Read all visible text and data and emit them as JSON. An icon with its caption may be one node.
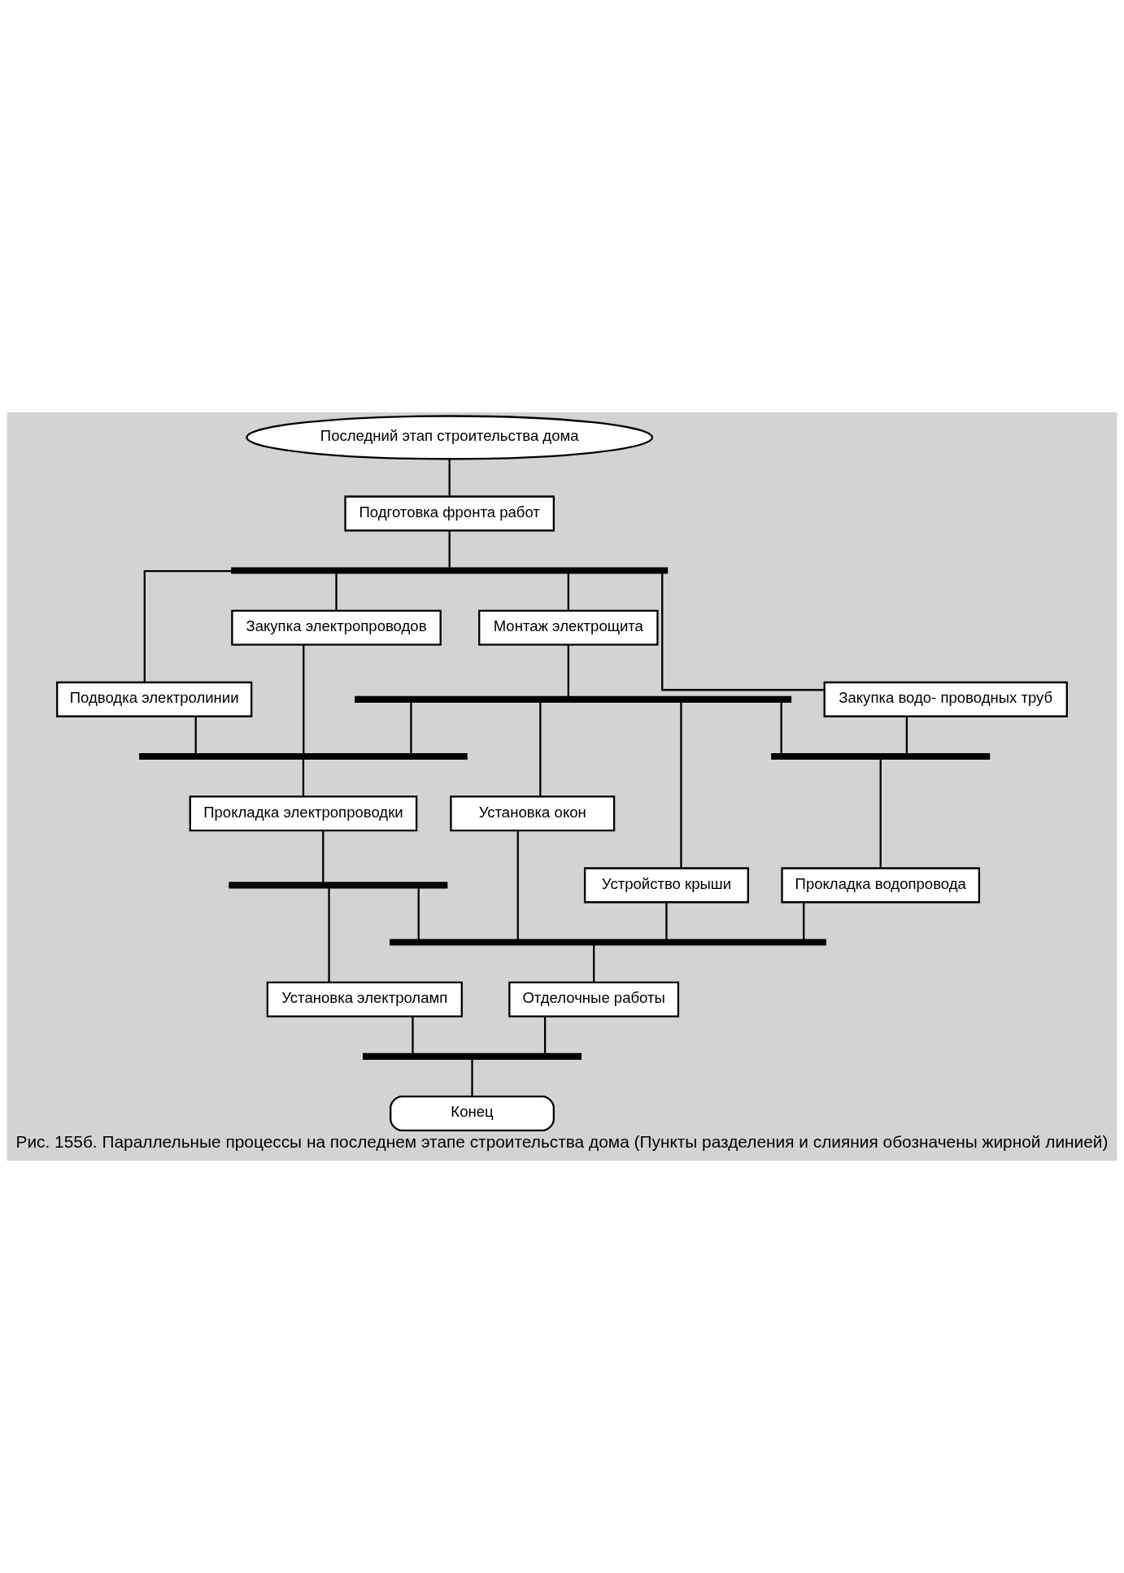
{
  "diagram": {
    "caption": "Рис. 155б. Параллельные процессы на последнем этапе строительства дома (Пункты разделения и слияния обозначены жирной линией)",
    "nodes": [
      {
        "text": [
          "Последний этап строительства дома"
        ]
      },
      {
        "text": [
          "Подготовка фронта работ"
        ]
      },
      {
        "text": [],
        "shape": "bar"
      },
      {
        "text": [
          "Подводка электролинии"
        ]
      },
      {
        "text": [
          "Закупка электропроводов"
        ]
      },
      {
        "text": [
          "Монтаж электрощита"
        ]
      },
      {
        "text": [
          "Закупка водо- проводных труб"
        ]
      },
      {
        "text": [],
        "shape": "bar"
      },
      {
        "text": [],
        "shape": "bar"
      },
      {
        "text": [],
        "shape": "bar"
      },
      {
        "text": [
          "Прокладка электропроводки"
        ]
      },
      {
        "text": [
          "Устройство крыши"
        ]
      },
      {
        "text": [
          "Установка окон"
        ]
      },
      {
        "text": [
          "Прокладка водопровода"
        ]
      },
      {
        "text": [],
        "shape": "bar"
      },
      {
        "text": [],
        "shape": "bar"
      },
      {
        "text": [
          "Установка электроламп"
        ]
      },
      {
        "text": [
          "Отделочные работы"
        ]
      },
      {
        "text": [],
        "shape": "bar"
      },
      {
        "text": [
          "Конец"
        ]
      }
    ],
    "edges": [
      {
        "from": 0,
        "to": 1,
        "arrow": "none"
      },
      {
        "from": 1,
        "to": 2,
        "arrow": "none"
      },
      {
        "from": 2,
        "to": 3,
        "arrow": "none"
      },
      {
        "from": 2,
        "to": 4,
        "arrow": "none"
      },
      {
        "from": 2,
        "to": 5,
        "arrow": "none"
      },
      {
        "from": 2,
        "to": 6,
        "arrow": "none"
      },
      {
        "from": 5,
        "to": 7,
        "arrow": "none"
      },
      {
        "from": 3,
        "to": 8,
        "arrow": "none"
      },
      {
        "from": 4,
        "to": 8,
        "arrow": "none"
      },
      {
        "from": 7,
        "to": 8,
        "arrow": "none"
      },
      {
        "from": 7,
        "to": 11,
        "arrow": "none"
      },
      {
        "from": 7,
        "to": 12,
        "arrow": "none"
      },
      {
        "from": 7,
        "to": 9,
        "arrow": "none"
      },
      {
        "from": 6,
        "to": 9,
        "arrow": "none"
      },
      {
        "from": 8,
        "to": 10,
        "arrow": "none"
      },
      {
        "from": 9,
        "to": 13,
        "arrow": "none"
      },
      {
        "from": 10,
        "to": 14,
        "arrow": "none"
      },
      {
        "from": 14,
        "to": 16,
        "arrow": "none"
      },
      {
        "from": 14,
        "to": 15,
        "arrow": "none"
      },
      {
        "from": 11,
        "to": 15,
        "arrow": "none"
      },
      {
        "from": 12,
        "to": 15,
        "arrow": "none"
      },
      {
        "from": 13,
        "to": 15,
        "arrow": "none"
      },
      {
        "from": 15,
        "to": 17,
        "arrow": "none"
      },
      {
        "from": 16,
        "to": 18,
        "arrow": "none"
      },
      {
        "from": 17,
        "to": 18,
        "arrow": "none"
      },
      {
        "from": 18,
        "to": 19,
        "arrow": "none"
      }
    ]
  }
}
